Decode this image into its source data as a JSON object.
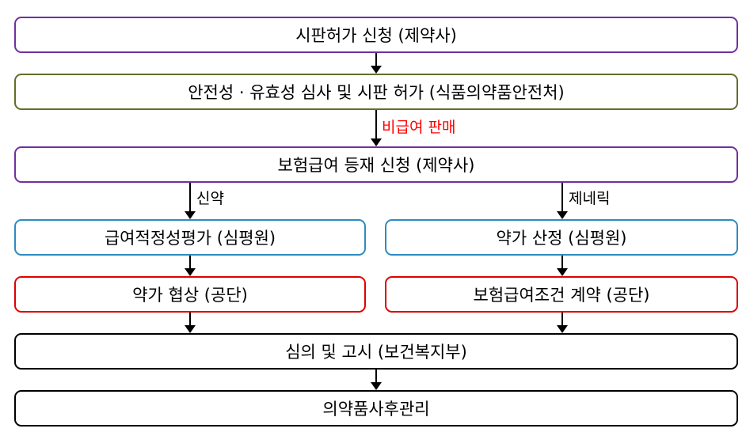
{
  "colors": {
    "purple": "#7030a0",
    "olive": "#5f6f2a",
    "blue": "#2e8bc0",
    "red": "#e00000",
    "black": "#000000",
    "highlight_text": "#ff0000"
  },
  "steps": {
    "application": "시판허가 신청 (제약사)",
    "approval": "안전성 · 유효성 심사 및 시판 허가 (식품의약품안전처)",
    "listing_application": "보험급여 등재 신청 (제약사)",
    "new_drug_assessment": "급여적정성평가 (심평원)",
    "price_negotiation": "약가 협상 (공단)",
    "generic_pricing": "약가 산정 (심평원)",
    "generic_contract": "보험급여조건 계약 (공단)",
    "deliberation": "심의 및 고시 (보건복지부)",
    "post_management": "의약품사후관리"
  },
  "edge_labels": {
    "non_covered_sales": "비급여 판매",
    "new_drug": "신약",
    "generic": "제네릭"
  }
}
